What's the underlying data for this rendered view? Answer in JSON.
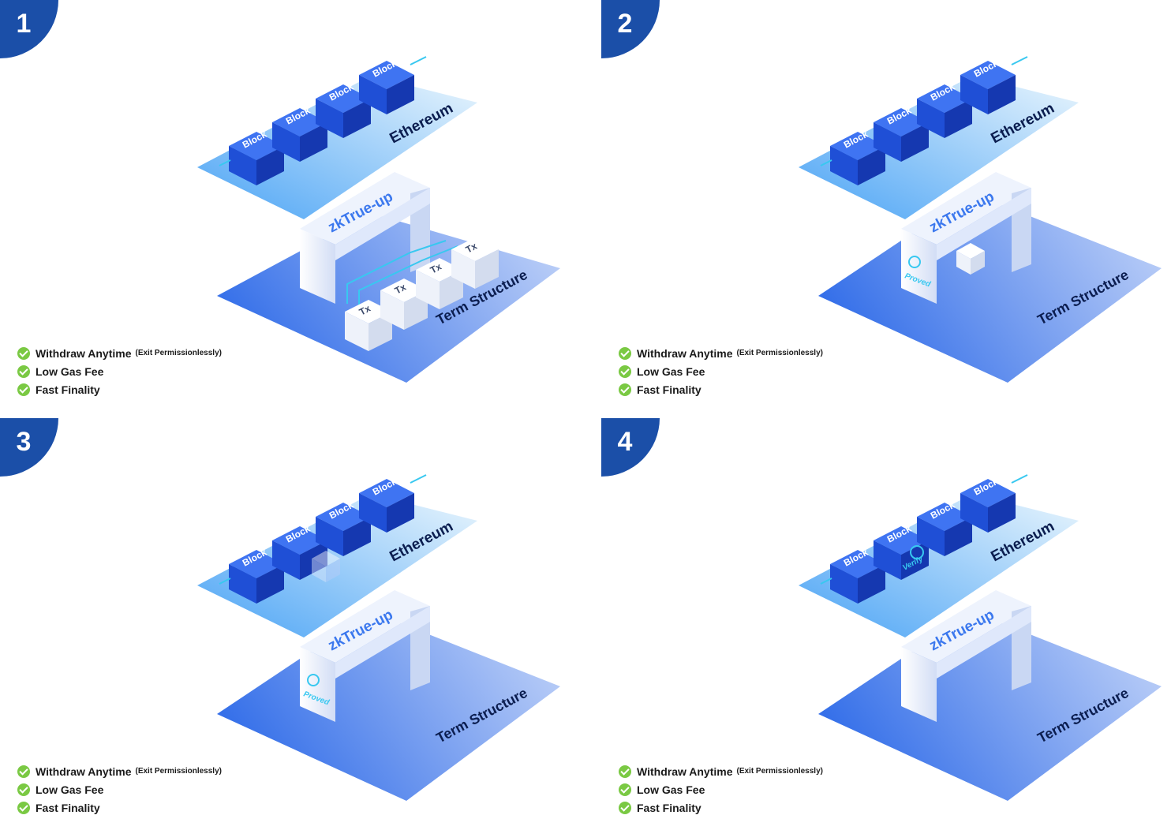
{
  "panels": [
    {
      "number": "1",
      "ethereum_label": "Ethereum",
      "blocks": [
        "Block",
        "Block",
        "Block",
        "Block"
      ],
      "rollup_label": "zkTrue-up",
      "platform_label": "Term Structure",
      "txs": [
        "Tx",
        "Tx",
        "Tx",
        "Tx"
      ],
      "features": [
        {
          "label": "Withdraw Anytime",
          "note": "(Exit Permissionlessly)"
        },
        {
          "label": "Low Gas Fee",
          "note": ""
        },
        {
          "label": "Fast Finality",
          "note": ""
        }
      ]
    },
    {
      "number": "2",
      "ethereum_label": "Ethereum",
      "blocks": [
        "Block",
        "Block",
        "Block",
        "Block"
      ],
      "rollup_label": "zkTrue-up",
      "platform_label": "Term Structure",
      "proved_label": "Proved",
      "features": [
        {
          "label": "Withdraw Anytime",
          "note": "(Exit Permissionlessly)"
        },
        {
          "label": "Low Gas Fee",
          "note": ""
        },
        {
          "label": "Fast Finality",
          "note": ""
        }
      ]
    },
    {
      "number": "3",
      "ethereum_label": "Ethereum",
      "blocks": [
        "Block",
        "Block",
        "Block",
        "Block"
      ],
      "rollup_label": "zkTrue-up",
      "platform_label": "Term Structure",
      "proved_label": "Proved",
      "features": [
        {
          "label": "Withdraw Anytime",
          "note": "(Exit Permissionlessly)"
        },
        {
          "label": "Low Gas Fee",
          "note": ""
        },
        {
          "label": "Fast Finality",
          "note": ""
        }
      ]
    },
    {
      "number": "4",
      "ethereum_label": "Ethereum",
      "blocks": [
        "Block",
        "Block",
        "Block",
        "Block"
      ],
      "rollup_label": "zkTrue-up",
      "platform_label": "Term Structure",
      "verify_label": "Verify",
      "features": [
        {
          "label": "Withdraw Anytime",
          "note": "(Exit Permissionlessly)"
        },
        {
          "label": "Low Gas Fee",
          "note": ""
        },
        {
          "label": "Fast Finality",
          "note": ""
        }
      ]
    }
  ],
  "colors": {
    "badge": "#1b4fa8",
    "block_front": "#1f4fd6",
    "block_top": "#3f74f2",
    "block_side": "#1538b0",
    "check": "#7ac943",
    "accent_cyan": "#38c8f0"
  }
}
